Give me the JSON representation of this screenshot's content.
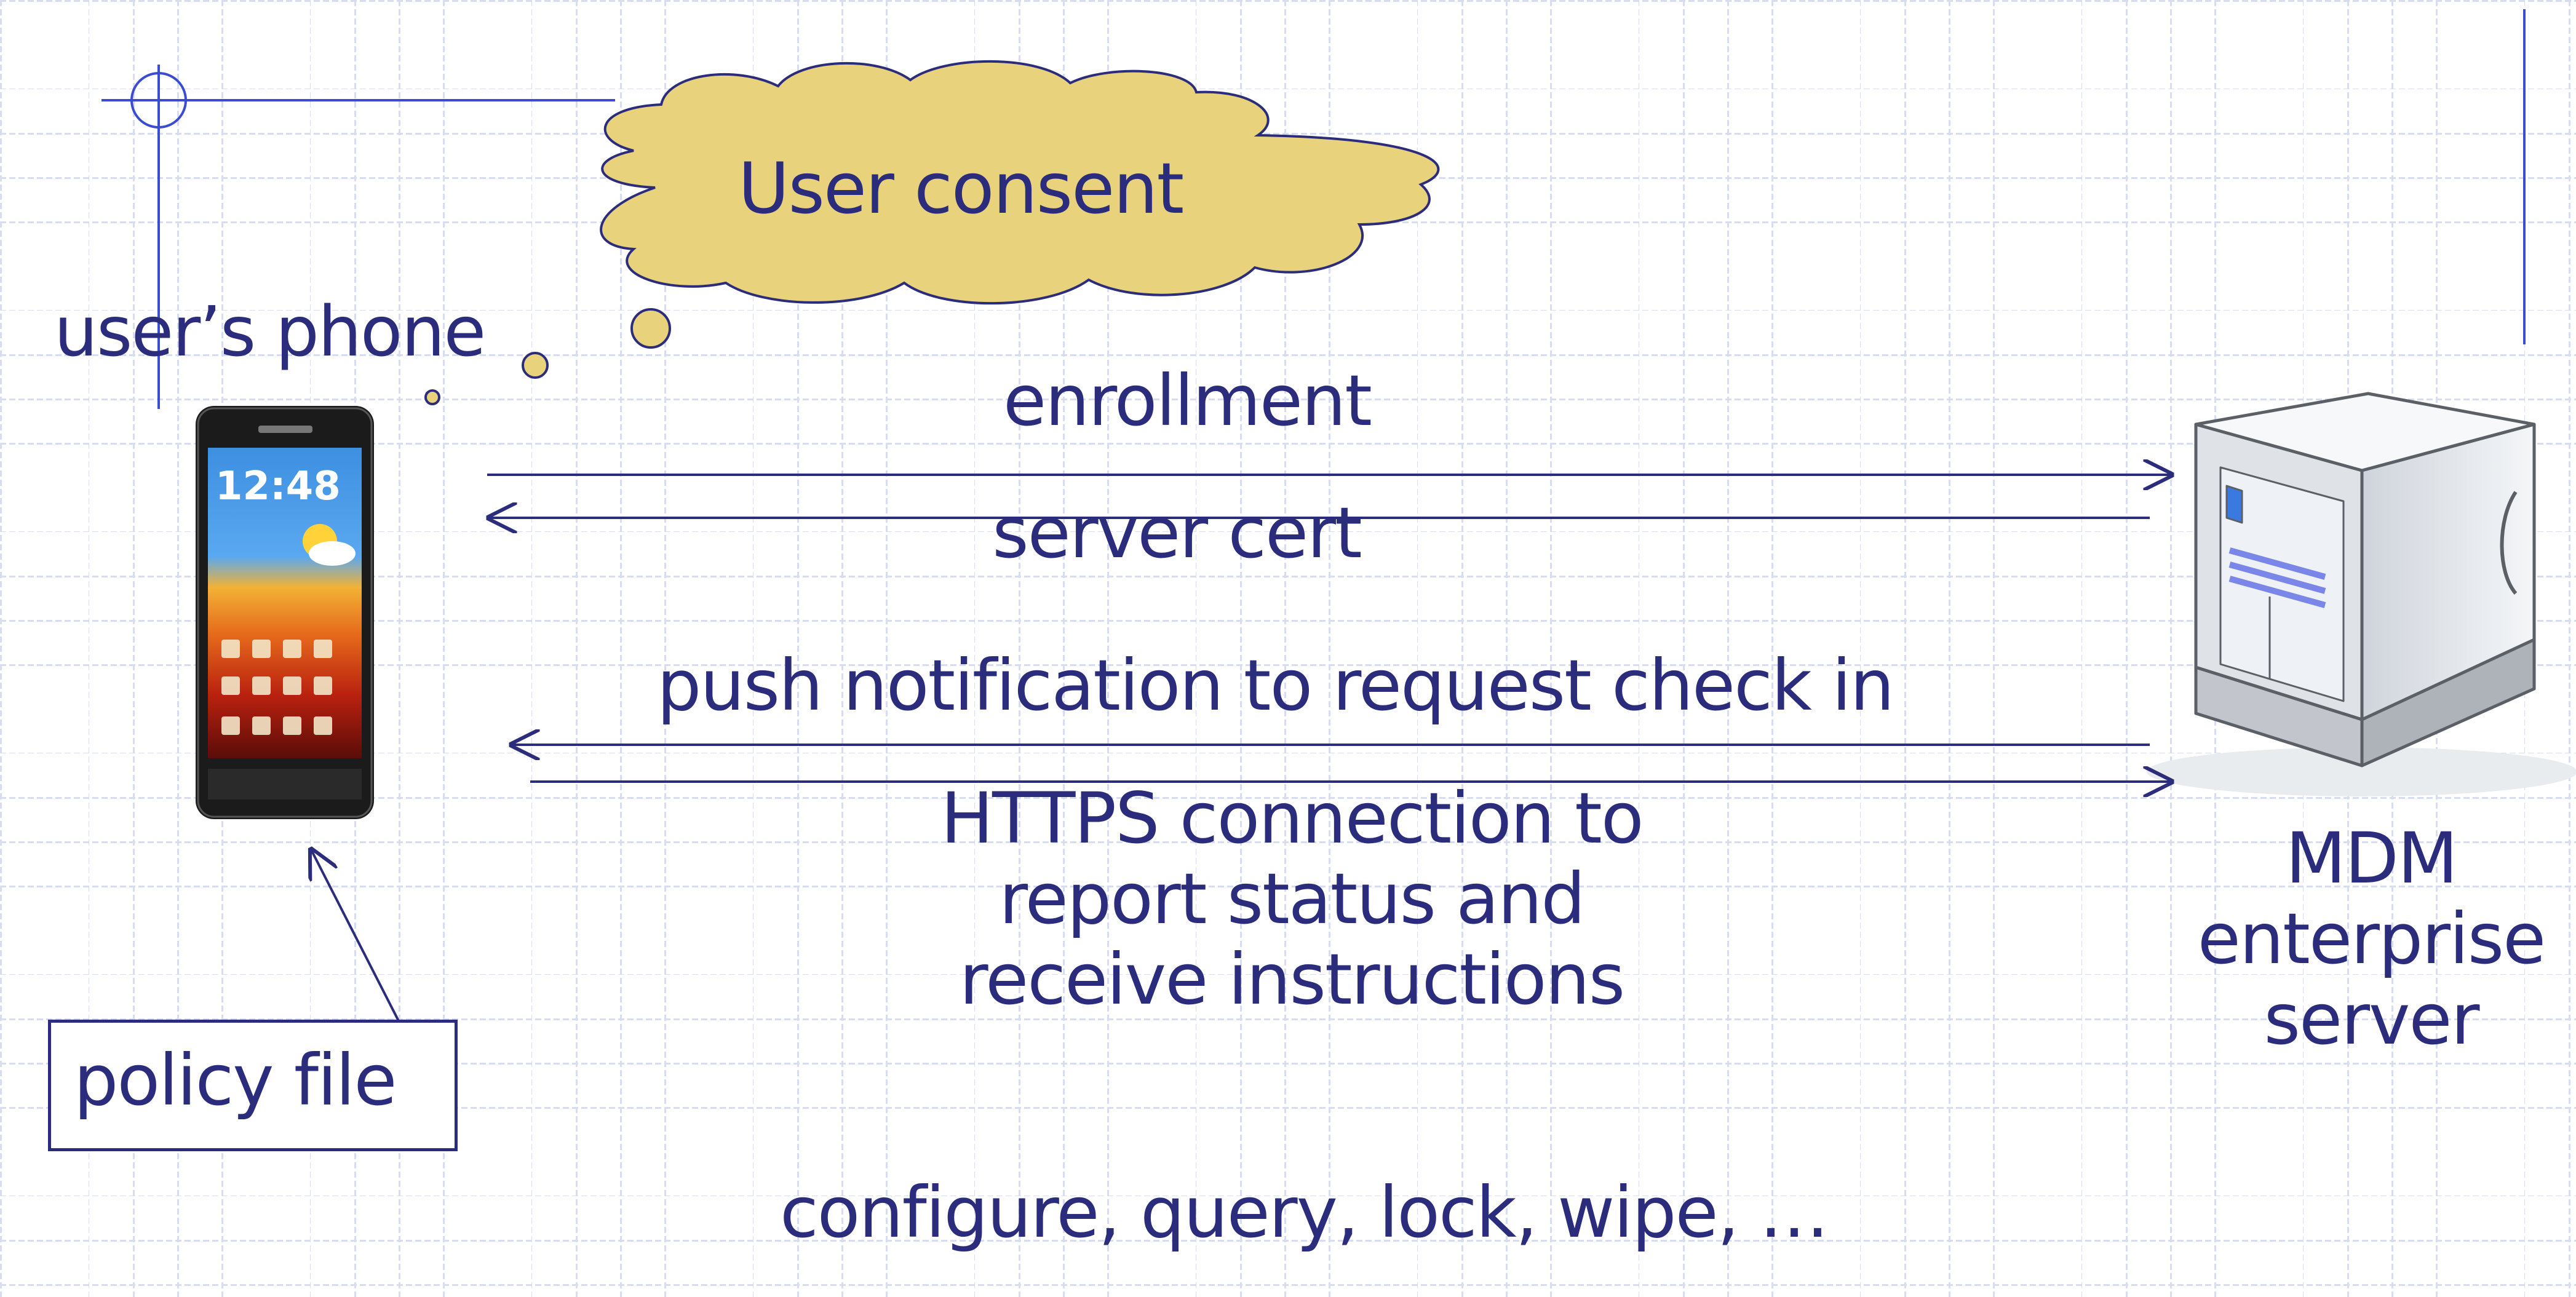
{
  "diagram": {
    "cloud_text": "User consent",
    "phone_label": "user’s phone",
    "server_label": [
      "MDM",
      "enterprise",
      "server"
    ],
    "messages": {
      "enrollment": "enrollment",
      "server_cert": "server cert",
      "push": "push notification to request check in",
      "https": [
        "HTTPS connection to",
        "report status and",
        "receive instructions"
      ]
    },
    "policy_file": "policy file",
    "commands": "configure,  query,  lock,  wipe, …"
  },
  "colors": {
    "ink": "#2b2d7c",
    "cloud_fill": "#e8d27c",
    "grid": "#d7dcef",
    "accent_line": "#3a4cd0"
  },
  "icons": [
    "smartphone-icon",
    "server-icon",
    "thought-cloud-icon"
  ]
}
